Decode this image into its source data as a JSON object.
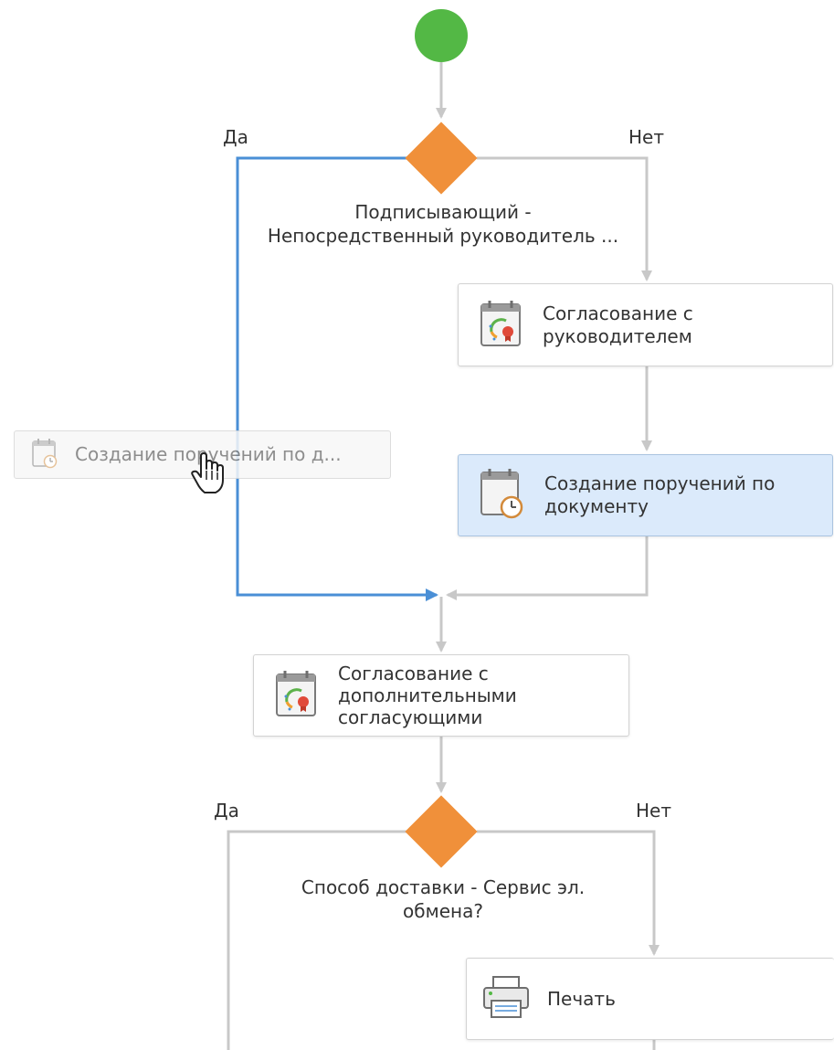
{
  "start": {
    "color": "#53b845"
  },
  "decisions": [
    {
      "yes_label": "Да",
      "no_label": "Нет",
      "condition_lines": [
        "Подписывающий -",
        "Непосредственный руководитель ..."
      ]
    },
    {
      "yes_label": "Да",
      "no_label": "Нет",
      "condition_lines": [
        "Способ доставки - Сервис эл.",
        "обмена?"
      ]
    }
  ],
  "tasks": {
    "approval_manager": {
      "lines": [
        "Согласование с",
        "руководителем"
      ],
      "icon": "approval-icon"
    },
    "create_assignments": {
      "lines": [
        "Создание поручений по",
        "документу"
      ],
      "icon": "calendar-clock-icon",
      "selected": true
    },
    "ghost_create_assignments": {
      "label": "Создание поручений по д...",
      "icon": "calendar-clock-icon"
    },
    "approval_additional": {
      "lines": [
        "Согласование с",
        "дополнительными",
        "согласующими"
      ],
      "icon": "approval-icon"
    },
    "print": {
      "label": "Печать",
      "icon": "printer-icon"
    }
  },
  "colors": {
    "decision": "#f0903a",
    "connector": "#c8c8c8",
    "highlight_connector": "#4a8fd6",
    "selected_task_bg": "#dbeafb"
  }
}
